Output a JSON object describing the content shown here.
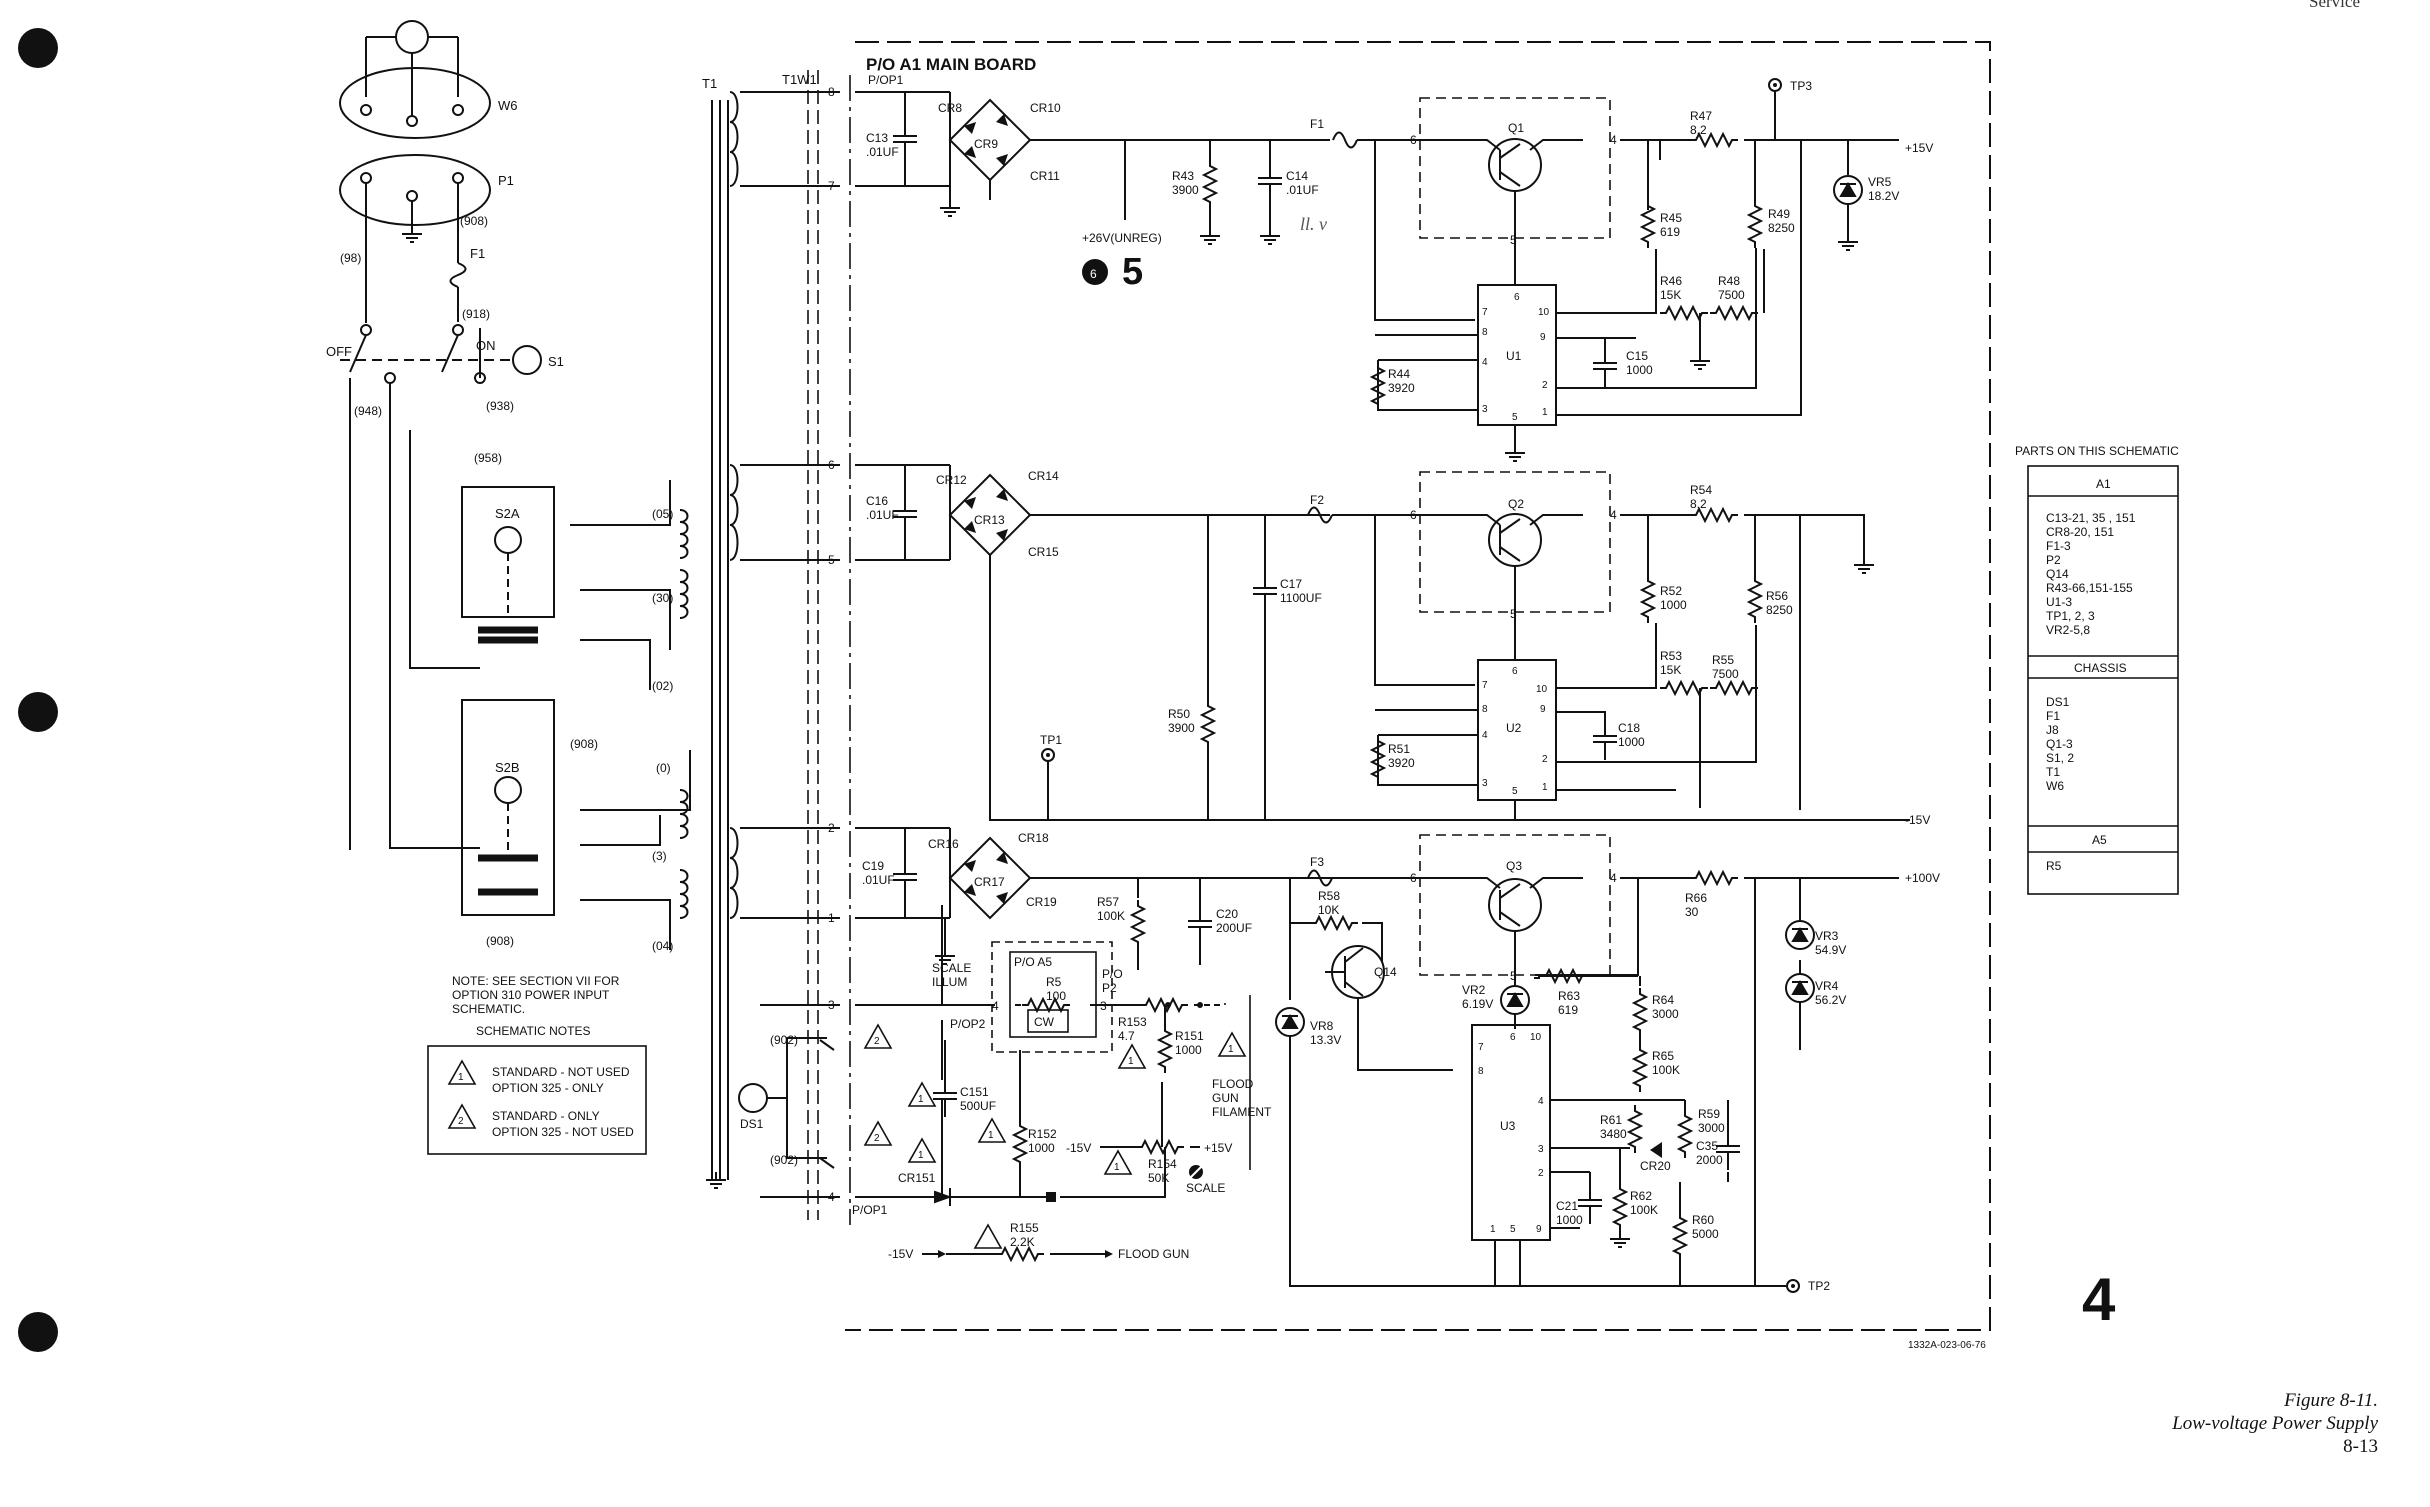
{
  "header": {
    "corner_text": "Service"
  },
  "board": {
    "title": "P/O A1 MAIN BOARD",
    "drawing_no": "1332A-023-06-76"
  },
  "transformer": {
    "t1": "T1",
    "t1w1": "T1W1",
    "pop1": "P/OP1",
    "pop1_bottom": "P/OP1",
    "pop2": "P/OP2"
  },
  "input": {
    "w6": "W6",
    "p1": "P1",
    "f1": "F1",
    "s1": "S1",
    "off": "OFF",
    "on": "ON",
    "s2a": "S2A",
    "s2b": "S2B",
    "wires": [
      "(98)",
      "(908)",
      "(918)",
      "(948)",
      "(938)",
      "(958)",
      "(05)",
      "(30)",
      "(02)",
      "(0)",
      "(3)",
      "(04)",
      "(908)",
      "(908)"
    ]
  },
  "pins": [
    "8",
    "7",
    "6",
    "5",
    "2",
    "1",
    "3",
    "4"
  ],
  "sec1": {
    "c13": [
      "C13",
      ".01UF"
    ],
    "cr8": "CR8",
    "cr9": "CR9",
    "cr10": "CR10",
    "cr11": "CR11",
    "unreg": "+26V(UNREG)",
    "ref_num": "6",
    "ref_big": "5",
    "r43": [
      "R43",
      "3900"
    ],
    "c14": [
      "C14",
      ".01UF"
    ],
    "hand": "ll. v",
    "f1": "F1",
    "q1": "Q1",
    "r47": [
      "R47",
      "8.2"
    ],
    "tp3": "TP3",
    "out": "+15V",
    "vr5": [
      "VR5",
      "18.2V"
    ],
    "r45": [
      "R45",
      "619"
    ],
    "r49": [
      "R49",
      "8250"
    ],
    "r46": [
      "R46",
      "15K"
    ],
    "r48": [
      "R48",
      "7500"
    ],
    "u1": "U1",
    "c15": [
      "C15",
      "1000"
    ],
    "r44": [
      "R44",
      "3920"
    ],
    "u1_pins": [
      "6",
      "7",
      "8",
      "4",
      "3",
      "10",
      "9",
      "2",
      "1",
      "5"
    ],
    "q_pins": [
      "6",
      "4",
      "5"
    ]
  },
  "sec2": {
    "c16": [
      "C16",
      ".01UF"
    ],
    "cr12": "CR12",
    "cr13": "CR13",
    "cr14": "CR14",
    "cr15": "CR15",
    "f2": "F2",
    "c17": [
      "C17",
      "1100UF"
    ],
    "q2": "Q2",
    "r54": [
      "R54",
      "8.2"
    ],
    "r52": [
      "R52",
      "1000"
    ],
    "r56": [
      "R56",
      "8250"
    ],
    "r53": [
      "R53",
      "15K"
    ],
    "r55": [
      "R55",
      "7500"
    ],
    "u2": "U2",
    "c18": [
      "C18",
      "1000"
    ],
    "r51": [
      "R51",
      "3920"
    ],
    "r50": [
      "R50",
      "3900"
    ],
    "tp1": "TP1",
    "out": "-15V",
    "u2_pins": [
      "6",
      "7",
      "8",
      "4",
      "3",
      "10",
      "9",
      "2",
      "1",
      "5"
    ],
    "q_pins": [
      "6",
      "4",
      "5"
    ]
  },
  "sec3": {
    "c19": [
      "C19",
      ".01UF"
    ],
    "cr16": "CR16",
    "cr17": "CR17",
    "cr18": "CR18",
    "cr19": "CR19",
    "r57": [
      "R57",
      "100K"
    ],
    "c20": [
      "C20",
      "200UF"
    ],
    "f3": "F3",
    "r58": [
      "R58",
      "10K"
    ],
    "q3": "Q3",
    "q14": "Q14",
    "r66": [
      "R66",
      "30"
    ],
    "out": "+100V",
    "vr3": [
      "VR3",
      "54.9V"
    ],
    "vr4": [
      "VR4",
      "56.2V"
    ],
    "vr8": [
      "VR8",
      "13.3V"
    ],
    "vr2": [
      "VR2",
      "6.19V"
    ],
    "r63": [
      "R63",
      "619"
    ],
    "r64": [
      "R64",
      "3000"
    ],
    "r65": [
      "R65",
      "100K"
    ],
    "u3": "U3",
    "r61": [
      "R61",
      "3480"
    ],
    "r59": [
      "R59",
      "3000"
    ],
    "cr20": "CR20",
    "c35": [
      "C35",
      "2000"
    ],
    "c21": [
      "C21",
      "1000"
    ],
    "r62": [
      "R62",
      "100K"
    ],
    "r60": [
      "R60",
      "5000"
    ],
    "tp2": "TP2",
    "u3_pins": [
      "6",
      "10",
      "7",
      "8",
      "4",
      "3",
      "2",
      "1",
      "5",
      "9"
    ],
    "q_pins": [
      "6",
      "4",
      "5"
    ]
  },
  "sec4": {
    "scale_illum": [
      "SCALE",
      "ILLUM"
    ],
    "popa5": "P/O A5",
    "r5": [
      "R5",
      "100"
    ],
    "cw": "CW",
    "pop2": [
      "P/O",
      "P2"
    ],
    "r153": [
      "R153",
      "4.7"
    ],
    "r151": [
      "R151",
      "1000"
    ],
    "flood": [
      "FLOOD",
      "GUN",
      "FILAMENT"
    ],
    "c151": [
      "C151",
      "500UF"
    ],
    "r152": [
      "R152",
      "1000"
    ],
    "minus15": "-15V",
    "r154": [
      "R154",
      "50K"
    ],
    "plus15": "+15V",
    "scale": "SCALE",
    "cr151": "CR151",
    "r155": [
      "R155",
      "2.2K"
    ],
    "flood_gun": "FLOOD GUN",
    "ds1": "DS1",
    "w902a": "(902)",
    "w902b": "(902)",
    "pins": [
      "4",
      "3"
    ],
    "note_marks": [
      "1",
      "2",
      "1",
      "2",
      "1",
      "1",
      "1",
      "1"
    ]
  },
  "notes": {
    "note": [
      "NOTE: SEE SECTION VII FOR",
      "OPTION 310 POWER INPUT",
      "SCHEMATIC."
    ],
    "heading": "SCHEMATIC NOTES",
    "items": [
      {
        "mark": "1",
        "lines": [
          "STANDARD - NOT USED",
          "OPTION 325 - ONLY"
        ]
      },
      {
        "mark": "2",
        "lines": [
          "STANDARD - ONLY",
          "OPTION 325 - NOT USED"
        ]
      }
    ]
  },
  "parts_table": {
    "title": "PARTS ON THIS SCHEMATIC",
    "sections": [
      {
        "header": "A1",
        "items": [
          "C13-21, 35 , 151",
          "CR8-20, 151",
          "F1-3",
          "P2",
          "Q14",
          "R43-66,151-155",
          "U1-3",
          "TP1, 2, 3",
          "VR2-5,8"
        ]
      },
      {
        "header": "CHASSIS",
        "items": [
          "DS1",
          "F1",
          "J8",
          "Q1-3",
          "S1, 2",
          "T1",
          "W6"
        ]
      },
      {
        "header": "A5",
        "items": [
          "R5"
        ]
      }
    ]
  },
  "page_marks": {
    "section_number": "4"
  },
  "caption": {
    "figure": "Figure 8-11.",
    "title": "Low-voltage Power Supply",
    "page": "8-13"
  }
}
